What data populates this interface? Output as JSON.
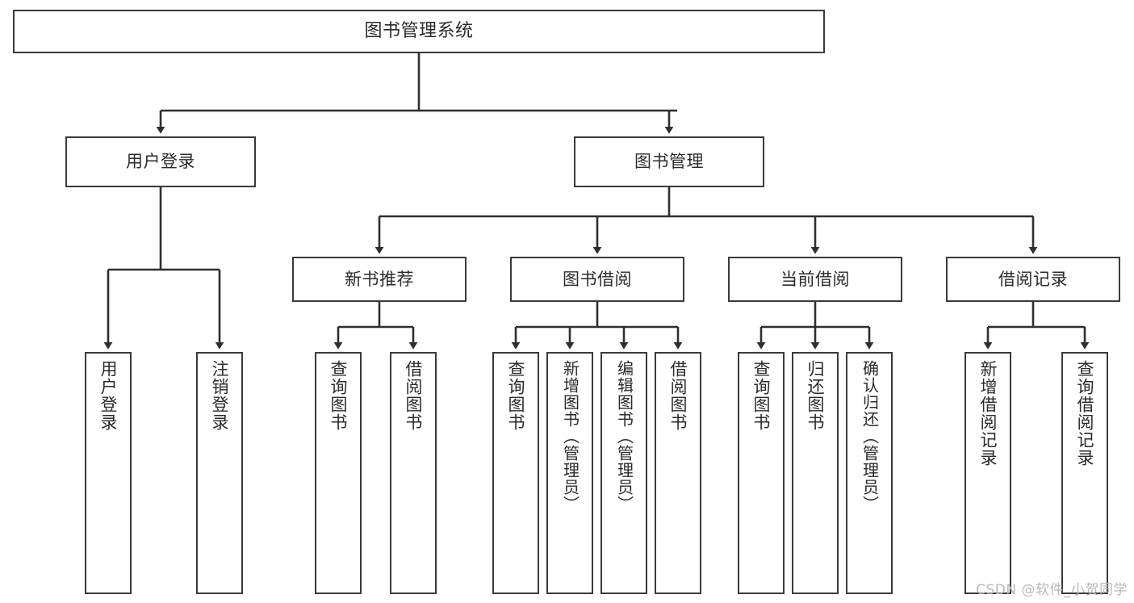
{
  "diagram": {
    "title": "图书管理系统",
    "type": "tree",
    "stroke_color": "#3a3a3a",
    "fill_color": "#ffffff",
    "text_color": "#2b2b2b",
    "watermark": "CSDN @软件_小贺同学",
    "nodes": {
      "root": {
        "label": "图书管理系统"
      },
      "level2": [
        {
          "id": "user-login",
          "label": "用户登录"
        },
        {
          "id": "book-manage",
          "label": "图书管理"
        }
      ],
      "level3": [
        {
          "id": "new-book-recommend",
          "label": "新书推荐"
        },
        {
          "id": "book-borrow",
          "label": "图书借阅"
        },
        {
          "id": "current-borrow",
          "label": "当前借阅"
        },
        {
          "id": "borrow-record",
          "label": "借阅记录"
        }
      ],
      "leaves": {
        "user-login": [
          {
            "id": "leaf-user-login",
            "label": "用户登录"
          },
          {
            "id": "leaf-logout",
            "label": "注销登录"
          }
        ],
        "new-book-recommend": [
          {
            "id": "leaf-query-book-1",
            "label": "查询图书"
          },
          {
            "id": "leaf-borrow-book-1",
            "label": "借阅图书"
          }
        ],
        "book-borrow": [
          {
            "id": "leaf-query-book-2",
            "label": "查询图书"
          },
          {
            "id": "leaf-add-book",
            "label": "新增图书（管理员）"
          },
          {
            "id": "leaf-edit-book",
            "label": "编辑图书（管理员）"
          },
          {
            "id": "leaf-borrow-book-2",
            "label": "借阅图书"
          }
        ],
        "current-borrow": [
          {
            "id": "leaf-query-book-3",
            "label": "查询图书"
          },
          {
            "id": "leaf-return-book",
            "label": "归还图书"
          },
          {
            "id": "leaf-confirm-return",
            "label": "确认归还（管理员）"
          }
        ],
        "borrow-record": [
          {
            "id": "leaf-add-record",
            "label": "新增借阅记录"
          },
          {
            "id": "leaf-query-record",
            "label": "查询借阅记录"
          }
        ]
      }
    }
  }
}
